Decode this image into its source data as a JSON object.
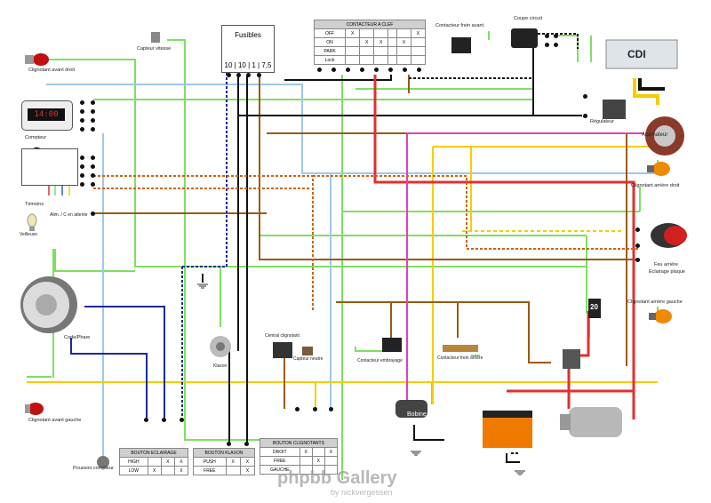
{
  "fuse_box": {
    "title": "Fusibles",
    "ratings": "10 | 10 | 1 | 7,5"
  },
  "key_switch": {
    "title": "CONTACTEUR A CLEF",
    "rows": [
      {
        "pos": "OFF",
        "marks": [
          "X",
          "",
          "",
          "",
          "",
          "X"
        ]
      },
      {
        "pos": "ON",
        "marks": [
          "",
          "X",
          "X",
          "",
          "X",
          ""
        ]
      },
      {
        "pos": "PARK",
        "marks": [
          "",
          "",
          "",
          "",
          "",
          ""
        ]
      },
      {
        "pos": "Lock",
        "marks": [
          "",
          "",
          "",
          "",
          "",
          ""
        ]
      }
    ]
  },
  "lighting_switch": {
    "title": "BOUTON ECLAIRAGE",
    "rows": [
      {
        "pos": "HIGH",
        "marks": [
          "",
          "X",
          "X"
        ]
      },
      {
        "pos": "LOW",
        "marks": [
          "X",
          "",
          "X"
        ]
      }
    ]
  },
  "horn_switch": {
    "title": "BOUTON KLAXON",
    "rows": [
      {
        "pos": "PUSH",
        "marks": [
          "X",
          "X"
        ]
      },
      {
        "pos": "FREE",
        "marks": [
          "",
          "X"
        ]
      }
    ]
  },
  "turn_switch": {
    "title": "BOUTON CLIGNOTANTS",
    "rows": [
      {
        "pos": "DROIT",
        "marks": [
          "X",
          "",
          "X"
        ]
      },
      {
        "pos": "FREE",
        "marks": [
          "",
          "X",
          ""
        ]
      },
      {
        "pos": "GAUCHE",
        "marks": [
          "",
          "",
          ""
        ]
      }
    ]
  },
  "labels": {
    "front_right_indicator": "Clignotant avant droit",
    "speed_sensor": "Capteur vitesse",
    "front_brake_switch": "Contacteur frein avant",
    "kill_switch": "Coupe circuit",
    "cdi": "CDI",
    "regulator": "Régulateur",
    "alternator": "Alternateur",
    "rear_right_indicator": "Clignotant arrière droit",
    "counter": "Compteur",
    "counter_display": "14:00",
    "warning_lights": "Témoins",
    "standby_power": "Alim. / C en attente",
    "night_light": "Veilleuse",
    "tail_light_1": "Feu arrière",
    "tail_light_2": "Eclairage plaque",
    "rear_left_indicator": "Clignotant arrière gauche",
    "headlight": "Code/Phare",
    "flasher_unit": "Central clignotant",
    "neutral_sensor": "Capteur neutre",
    "clutch_switch": "Contacteur embrayage",
    "rear_brake_switch": "Contacteur frein arrière",
    "horn": "Klaxon",
    "front_left_indicator": "Clignotant avant gauche",
    "counter_button": "Poussoir compteur",
    "coil": "Bobine",
    "fuse_20": "20",
    "watermark": "phpbb Gallery",
    "watermark_sub": "by nickvergessen"
  },
  "colors": {
    "green": "#7ee060",
    "yellow": "#f5cd00",
    "brown": "#9a5a10",
    "black": "#111111",
    "red": "#e03030",
    "pink": "#e040c0",
    "blue": "#1a2a9a",
    "lightblue": "#9ec8ee",
    "gray": "#aaaaaa",
    "orange_dash": "#c86414",
    "darkgreen": "#2a6a2a"
  }
}
